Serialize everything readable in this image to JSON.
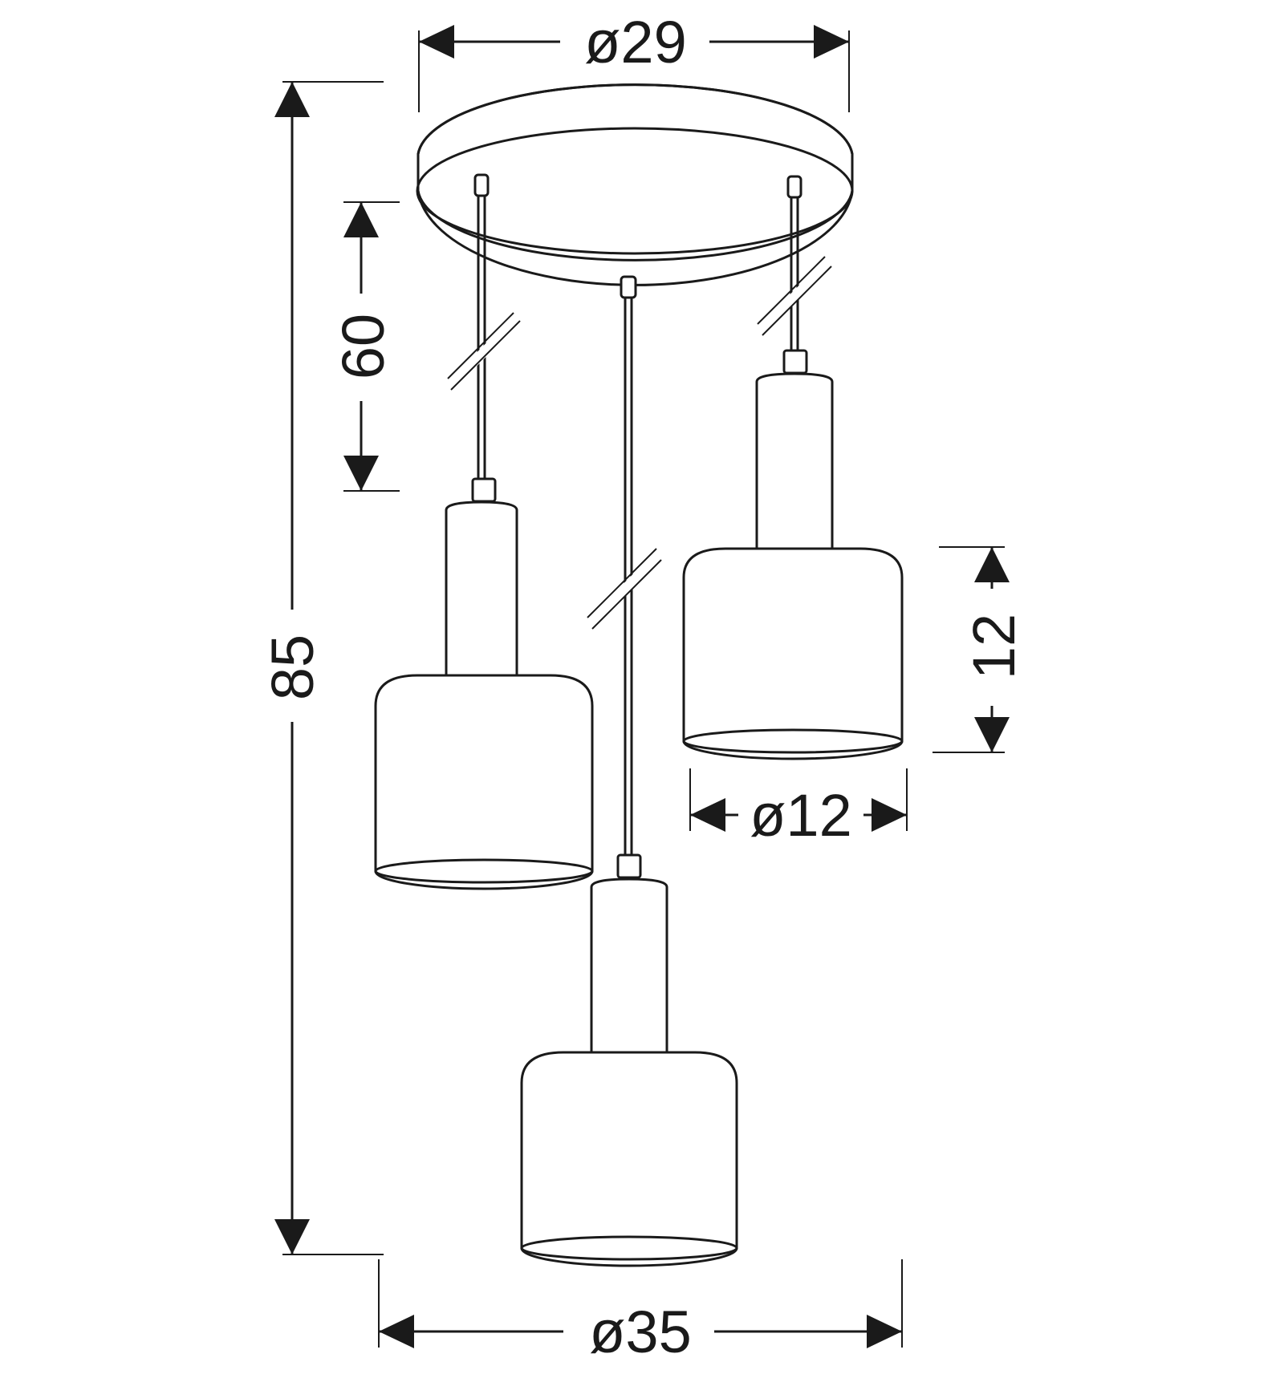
{
  "diagram": {
    "dimensions": {
      "canopy_diameter": "ø29",
      "total_height": "85",
      "cable_length": "60",
      "shade_height": "12",
      "shade_diameter": "ø12",
      "overall_diameter": "ø35"
    },
    "colors": {
      "line": "#1a1a1a",
      "background": "#ffffff"
    }
  }
}
